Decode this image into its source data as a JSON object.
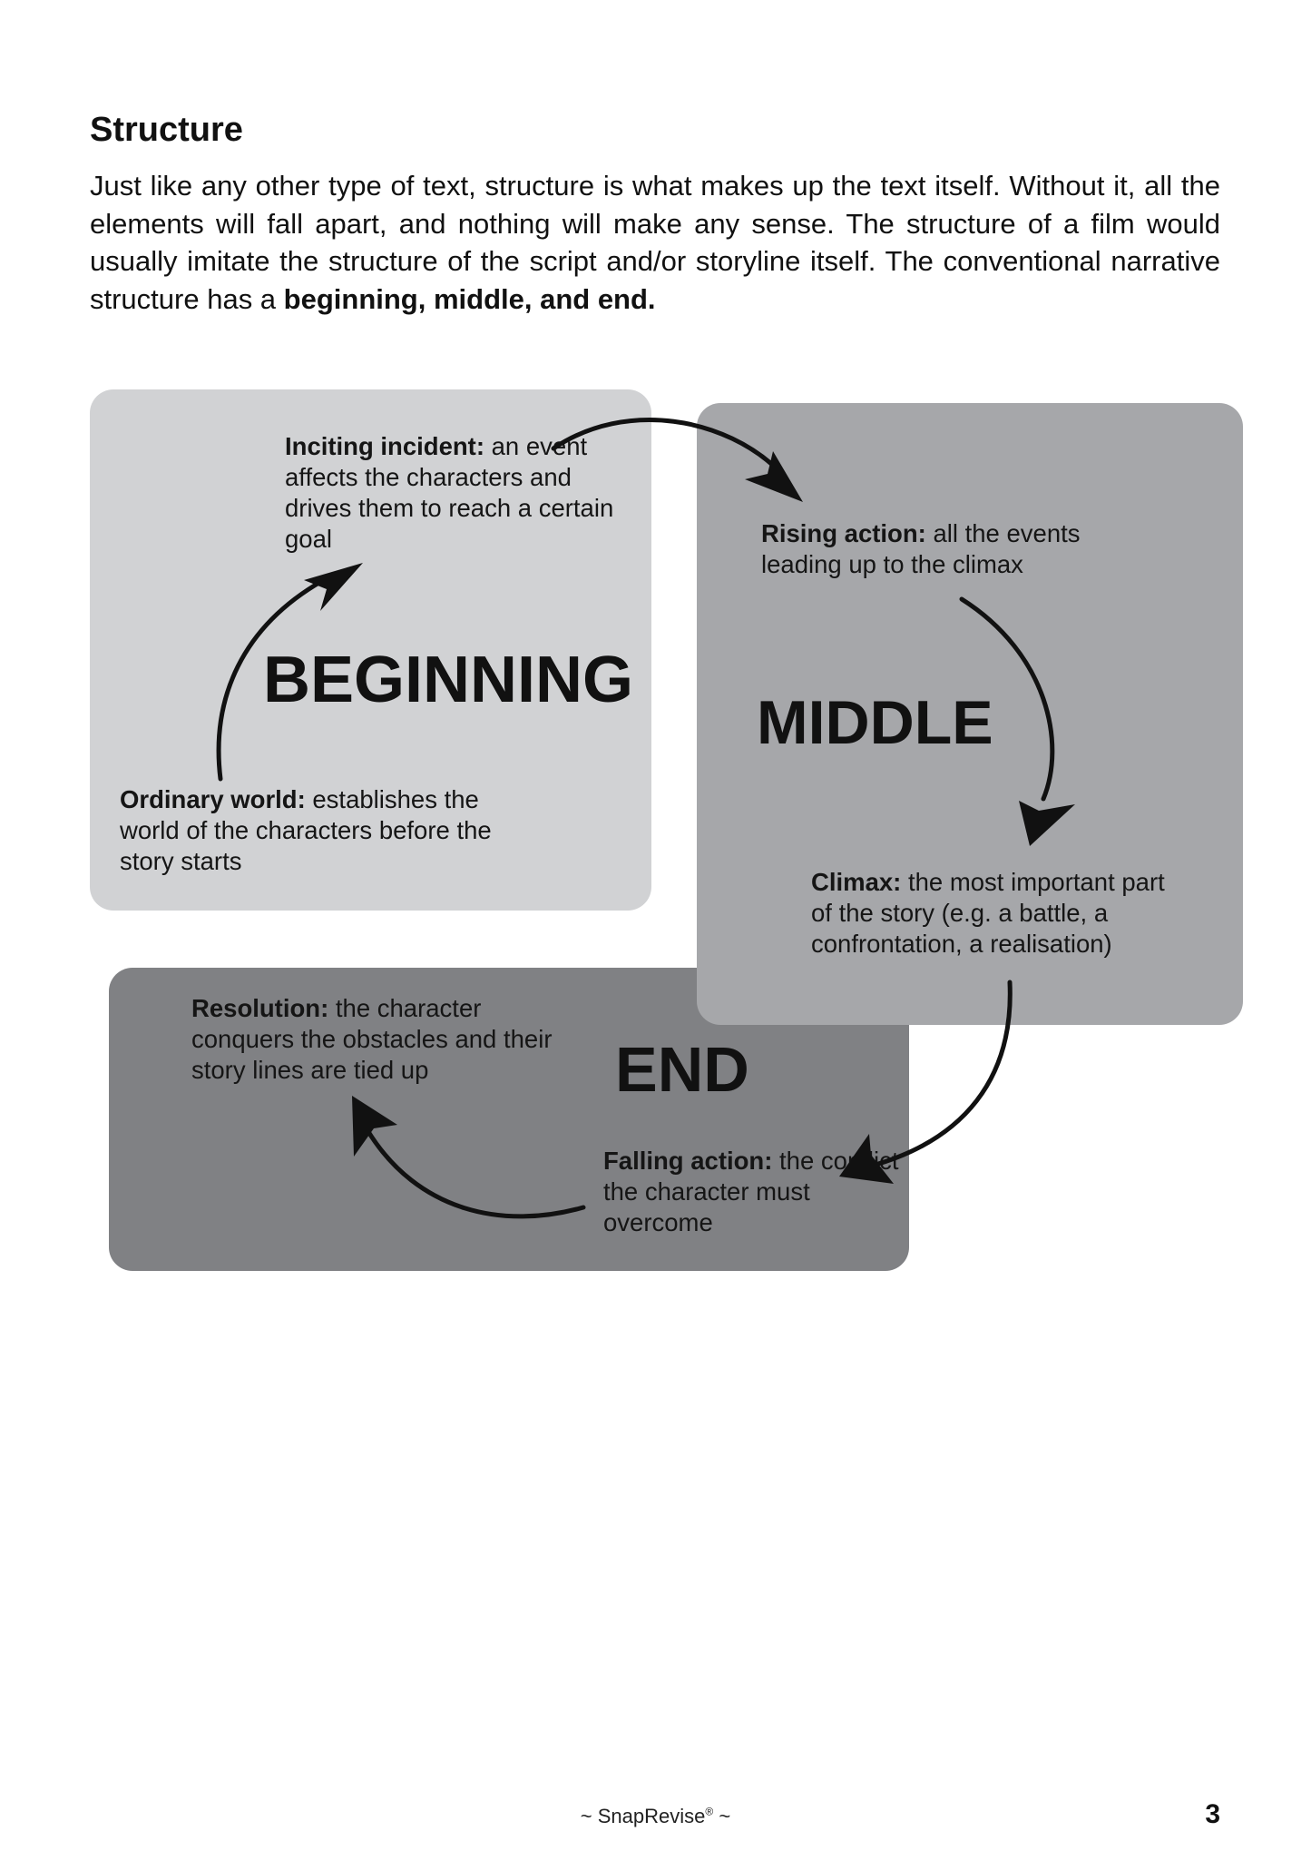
{
  "heading": "Structure",
  "intro": {
    "text": "Just like any other type of text, structure is what makes up the text itself.  Without it, all the elements will fall apart, and nothing will make any sense.  The structure of a film would usually imitate the structure of the script and/or storyline itself.  The conventional narrative structure has a ",
    "bold": "beginning, middle, and end."
  },
  "diagram": {
    "stages": {
      "beginning": "BEGINNING",
      "middle": "MIDDLE",
      "end": "END"
    },
    "colors": {
      "beginning": "#d1d2d4",
      "middle": "#a6a7aa",
      "end": "#808184"
    },
    "notes": {
      "inciting": {
        "term": "Inciting incident:",
        "text": " an event affects the characters and drives them to reach a certain goal"
      },
      "ordinary": {
        "term": "Ordinary world:",
        "text": " establishes the world of the characters before the story starts"
      },
      "rising": {
        "term": "Rising action:",
        "text": " all the events leading up to the climax"
      },
      "climax": {
        "term": "Climax:",
        "text": " the most important part of the story (e.g. a battle, a confrontation, a realisation)"
      },
      "resolution": {
        "term": "Resolution:",
        "text": " the character conquers the obstacles and their story lines are tied up"
      },
      "falling": {
        "term": "Falling action:",
        "text": " the conflict the character must overcome"
      }
    }
  },
  "footer": {
    "brand_prefix": "~ SnapRevise",
    "registered": "®",
    "brand_suffix": " ~",
    "page_number": "3"
  }
}
